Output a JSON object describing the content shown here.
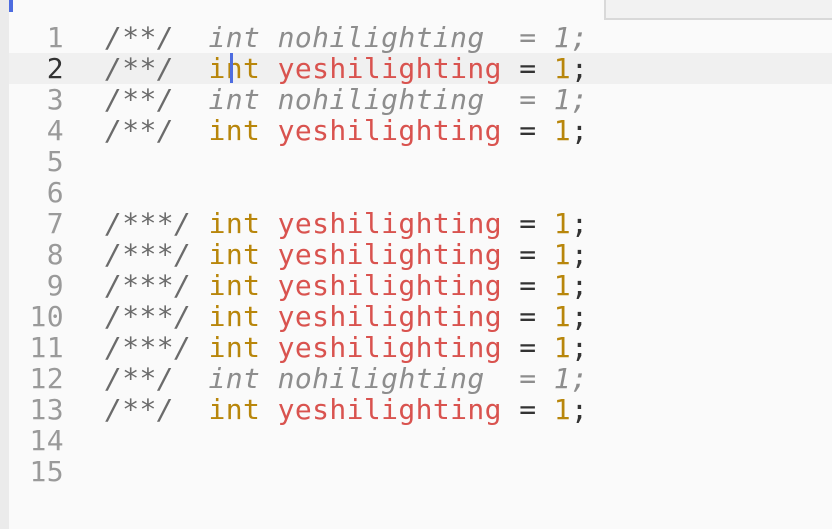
{
  "editor": {
    "current_line": 2,
    "lines": [
      {
        "num": "1",
        "comment": "/**/",
        "gap": "  ",
        "kw": "int",
        "name": "nohilighting",
        "pad": "  ",
        "eq": "=",
        "val": "1",
        "semi": ";",
        "dim": true
      },
      {
        "num": "2",
        "comment": "/**/",
        "gap": "  ",
        "kw": "int",
        "name": "yeshilighting",
        "pad": " ",
        "eq": "=",
        "val": "1",
        "semi": ";",
        "dim": false
      },
      {
        "num": "3",
        "comment": "/**/",
        "gap": "  ",
        "kw": "int",
        "name": "nohilighting",
        "pad": "  ",
        "eq": "=",
        "val": "1",
        "semi": ";",
        "dim": true
      },
      {
        "num": "4",
        "comment": "/**/",
        "gap": "  ",
        "kw": "int",
        "name": "yeshilighting",
        "pad": " ",
        "eq": "=",
        "val": "1",
        "semi": ";",
        "dim": false
      },
      {
        "num": "5"
      },
      {
        "num": "6"
      },
      {
        "num": "7",
        "comment": "/***/",
        "gap": " ",
        "kw": "int",
        "name": "yeshilighting",
        "pad": " ",
        "eq": "=",
        "val": "1",
        "semi": ";",
        "dim": false
      },
      {
        "num": "8",
        "comment": "/***/",
        "gap": " ",
        "kw": "int",
        "name": "yeshilighting",
        "pad": " ",
        "eq": "=",
        "val": "1",
        "semi": ";",
        "dim": false
      },
      {
        "num": "9",
        "comment": "/***/",
        "gap": " ",
        "kw": "int",
        "name": "yeshilighting",
        "pad": " ",
        "eq": "=",
        "val": "1",
        "semi": ";",
        "dim": false
      },
      {
        "num": "10",
        "comment": "/***/",
        "gap": " ",
        "kw": "int",
        "name": "yeshilighting",
        "pad": " ",
        "eq": "=",
        "val": "1",
        "semi": ";",
        "dim": false
      },
      {
        "num": "11",
        "comment": "/***/",
        "gap": " ",
        "kw": "int",
        "name": "yeshilighting",
        "pad": " ",
        "eq": "=",
        "val": "1",
        "semi": ";",
        "dim": false
      },
      {
        "num": "12",
        "comment": "/**/",
        "gap": "  ",
        "kw": "int",
        "name": "nohilighting",
        "pad": "  ",
        "eq": "=",
        "val": "1",
        "semi": ";",
        "dim": true
      },
      {
        "num": "13",
        "comment": "/**/",
        "gap": "  ",
        "kw": "int",
        "name": "yeshilighting",
        "pad": " ",
        "eq": "=",
        "val": "1",
        "semi": ";",
        "dim": false
      },
      {
        "num": "14"
      },
      {
        "num": "15"
      }
    ]
  },
  "colors": {
    "keyword": "#b8860b",
    "identifier": "#d9534f",
    "comment": "#6b6b6b",
    "dimmed": "#8d8d8d",
    "caret": "#4d6ce0"
  }
}
